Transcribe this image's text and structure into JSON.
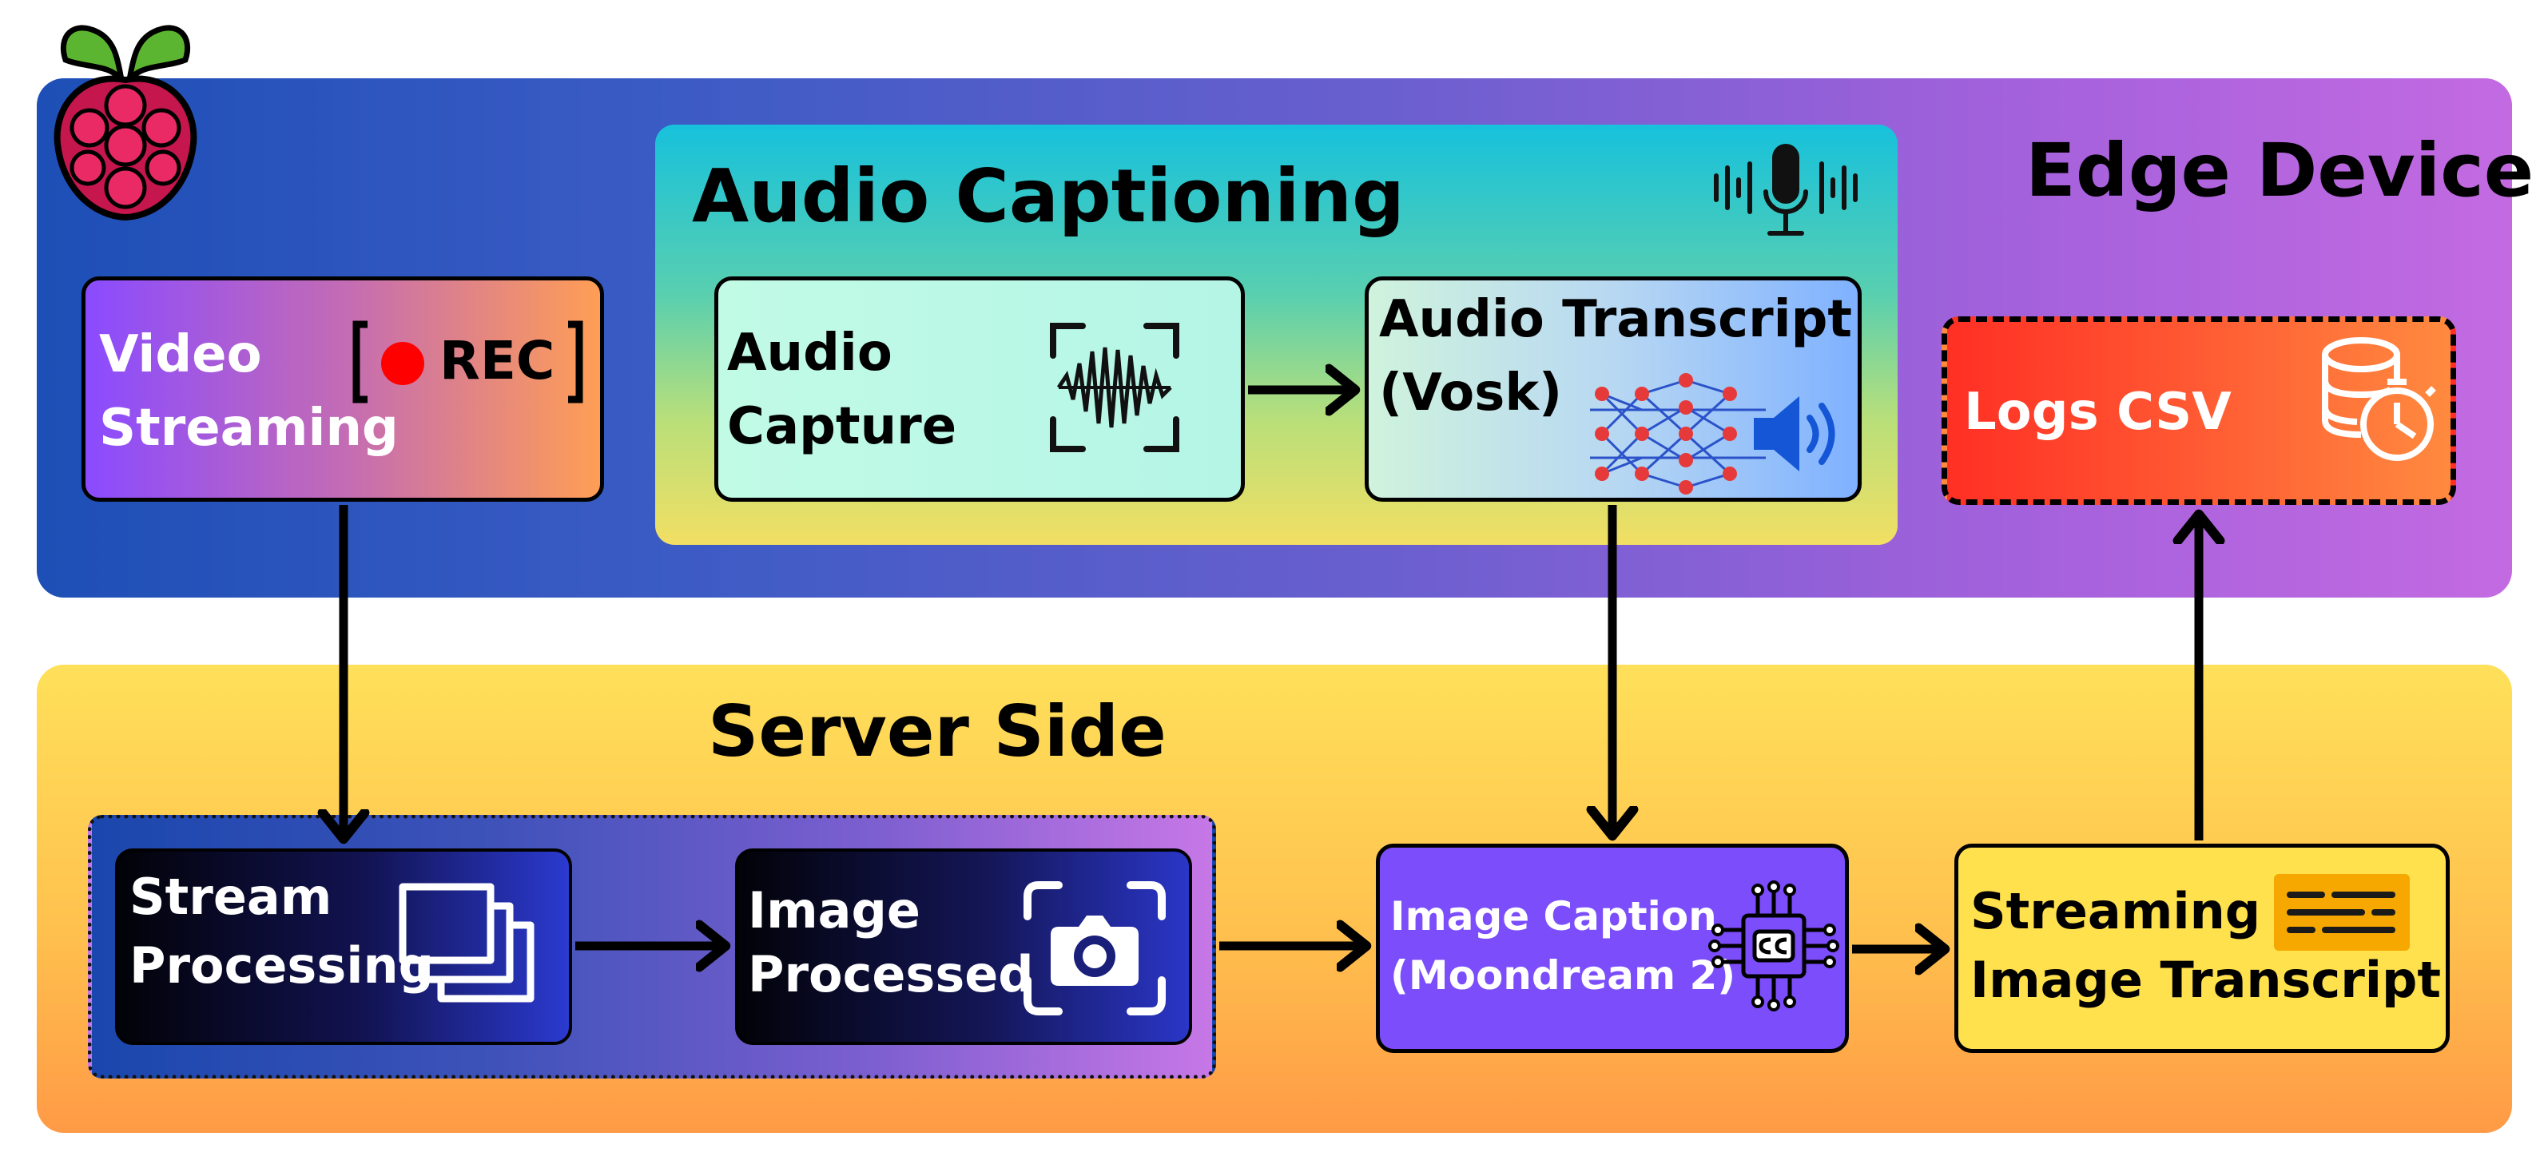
{
  "edge_device": {
    "title": "Edge Device",
    "video_streaming": {
      "line1": "Video",
      "line2": "Streaming",
      "rec_label": "REC",
      "rec_icon": "record-icon"
    },
    "audio_captioning": {
      "title": "Audio Captioning",
      "icon": "microphone-waveform-icon",
      "audio_capture": {
        "line1": "Audio",
        "line2": "Capture",
        "icon": "soundwave-scan-icon"
      },
      "audio_transcript": {
        "line1": "Audio Transcript",
        "line2": "(Vosk)",
        "icon": "neural-network-speaker-icon"
      }
    },
    "logs_csv": {
      "label": "Logs CSV",
      "icon": "database-timer-icon"
    },
    "logo": "raspberry-pi-logo"
  },
  "server_side": {
    "title": "Server Side",
    "stream_processing": {
      "line1": "Stream",
      "line2": "Processing",
      "icon": "stacked-frames-icon"
    },
    "image_processed": {
      "line1": "Image",
      "line2": "Processed",
      "icon": "camera-icon"
    },
    "image_caption": {
      "line1": "Image Caption",
      "line2": "(Moondream 2)",
      "icon": "cc-chip-icon"
    },
    "streaming_transcript": {
      "line1": "Streaming",
      "line2": "Image Transcript",
      "icon": "subtitles-icon"
    }
  },
  "colors": {
    "edge_gradient": [
      "#1d4fb6",
      "#c36ae1"
    ],
    "server_gradient": [
      "#ffe05a",
      "#ff9a46"
    ],
    "audio_gradient": [
      "#17c1dc",
      "#f2df63"
    ],
    "rec_dot": "#ff0000",
    "image_caption_fill": "#7b4dfb",
    "streaming_transcript_fill": "#ffe14e",
    "logs_gradient": [
      "#ff3a2e",
      "#ff8a3f"
    ],
    "network_node": "#e63a3a",
    "network_edge": "#2b52c9"
  }
}
